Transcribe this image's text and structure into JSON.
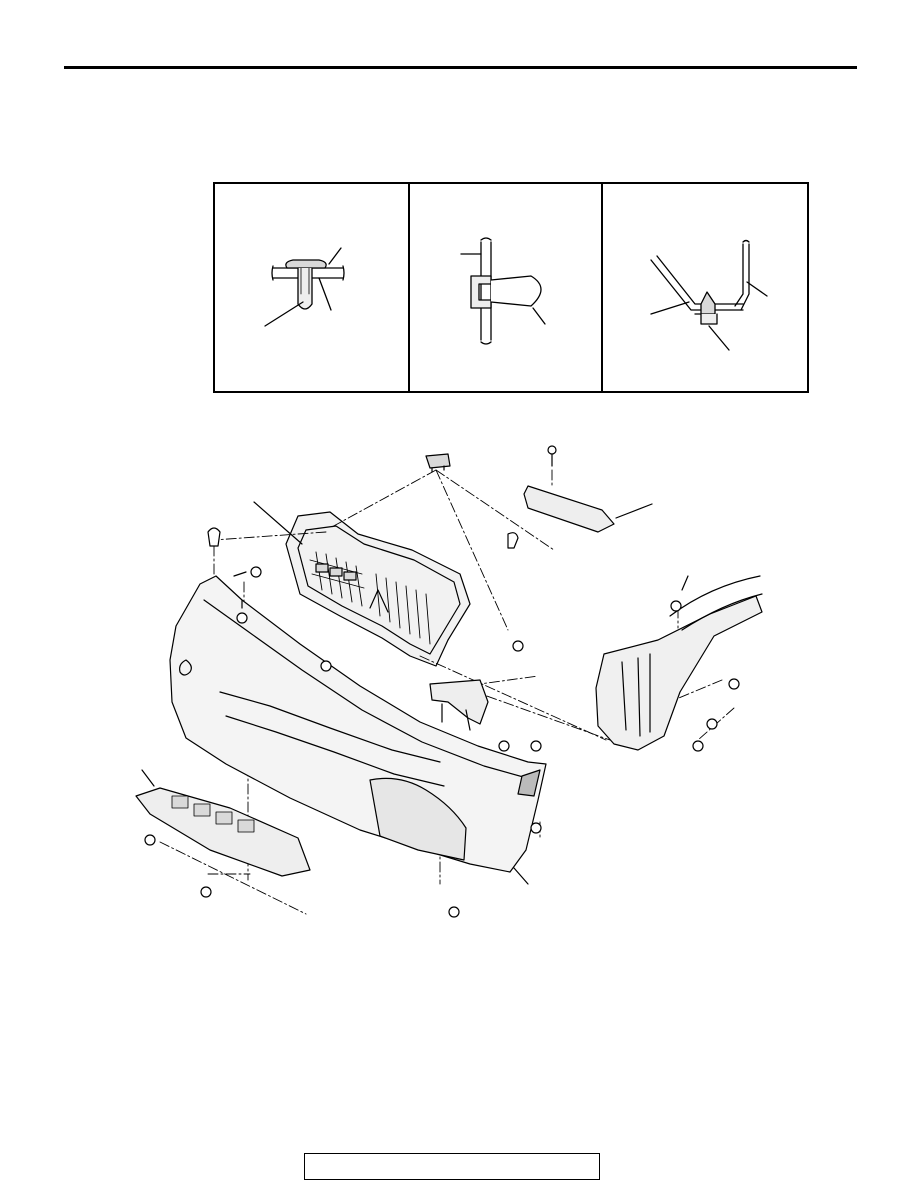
{
  "page": {
    "footer_text": ""
  },
  "colors": {
    "line": "#000000",
    "shade": "#d9d9d9",
    "background": "#ffffff"
  },
  "illustration": {
    "panels": [
      "clip-detail-a",
      "clip-detail-b",
      "clip-detail-c"
    ],
    "main": "front-bumper-exploded-view"
  }
}
